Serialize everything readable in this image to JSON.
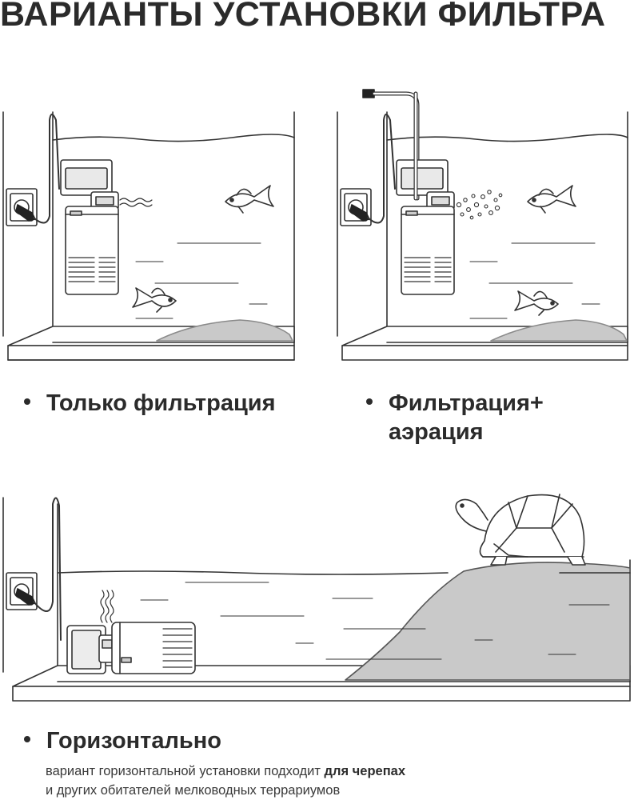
{
  "title": "ВАРИАНТЫ УСТАНОВКИ ФИЛЬТРА",
  "captions": {
    "filtration_only": "Только фильтрация",
    "filtration_aeration_line1": "Фильтрация+",
    "filtration_aeration_line2": "аэрация",
    "horizontal": "Горизонтально"
  },
  "description": {
    "part1": "вариант горизонтальной установки подходит ",
    "bold": "для черепах",
    "line2": "и других обитателей мелководных террариумов"
  },
  "colors": {
    "text": "#2b2b2b",
    "stroke": "#333333",
    "gravel": "#c9c9c9",
    "background": "#ffffff"
  },
  "icons": [
    "wall-socket-icon",
    "fish-icon",
    "turtle-icon",
    "filter-icon",
    "air-tube-icon",
    "bubbles-icon"
  ]
}
